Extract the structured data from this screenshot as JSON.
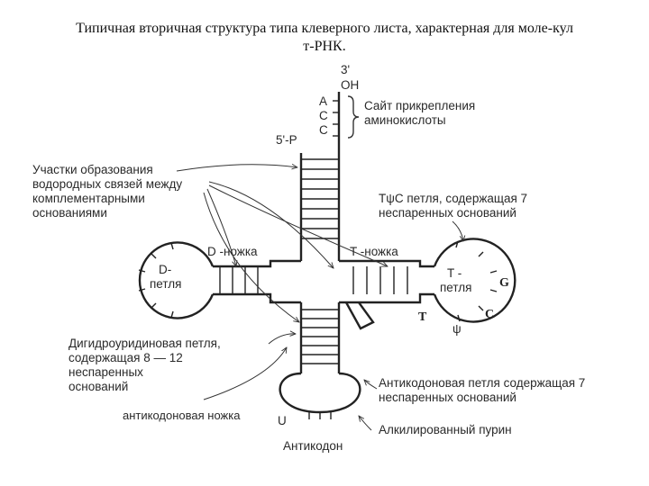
{
  "title_line1": "Типичная  вторичная структура типа клеверного листа, характерная для моле-кул",
  "title_line2": "т-РНК.",
  "labels": {
    "three_prime": "3'",
    "oh": "OH",
    "acc_a": "A",
    "acc_c1": "C",
    "acc_c2": "C",
    "site1": "Сайт прикрепления",
    "site2": "аминокислоты",
    "five_prime": "5'-P",
    "hbond1": "Участки образования",
    "hbond2": "водородных связей между",
    "hbond3": "комплементарными",
    "hbond4": "основаниями",
    "tpsi1": "TψC петля, содержащая 7",
    "tpsi2": "неспаренных оснований",
    "d_stem": "D -ножка",
    "t_stem": "T -ножка",
    "d_loop1": "D-",
    "d_loop2": "петля",
    "t_loop1": "T -",
    "t_loop2": "петля",
    "nuc_g": "G",
    "nuc_t": "T",
    "nuc_c": "C",
    "psi": "ψ",
    "dihydro1": "Дигидроуридиновая петля,",
    "dihydro2": "содержащая 8 — 12",
    "dihydro3": "неспаренных",
    "dihydro4": "оснований",
    "anticodon_loop1": "Антикодоновая петля содержащая 7",
    "anticodon_loop2": "неспаренных оснований",
    "anticodon_stem": "антикодоновая ножка",
    "u": "U",
    "alkyl": "Алкилированный пурин",
    "anticodon": "Антикодон"
  }
}
